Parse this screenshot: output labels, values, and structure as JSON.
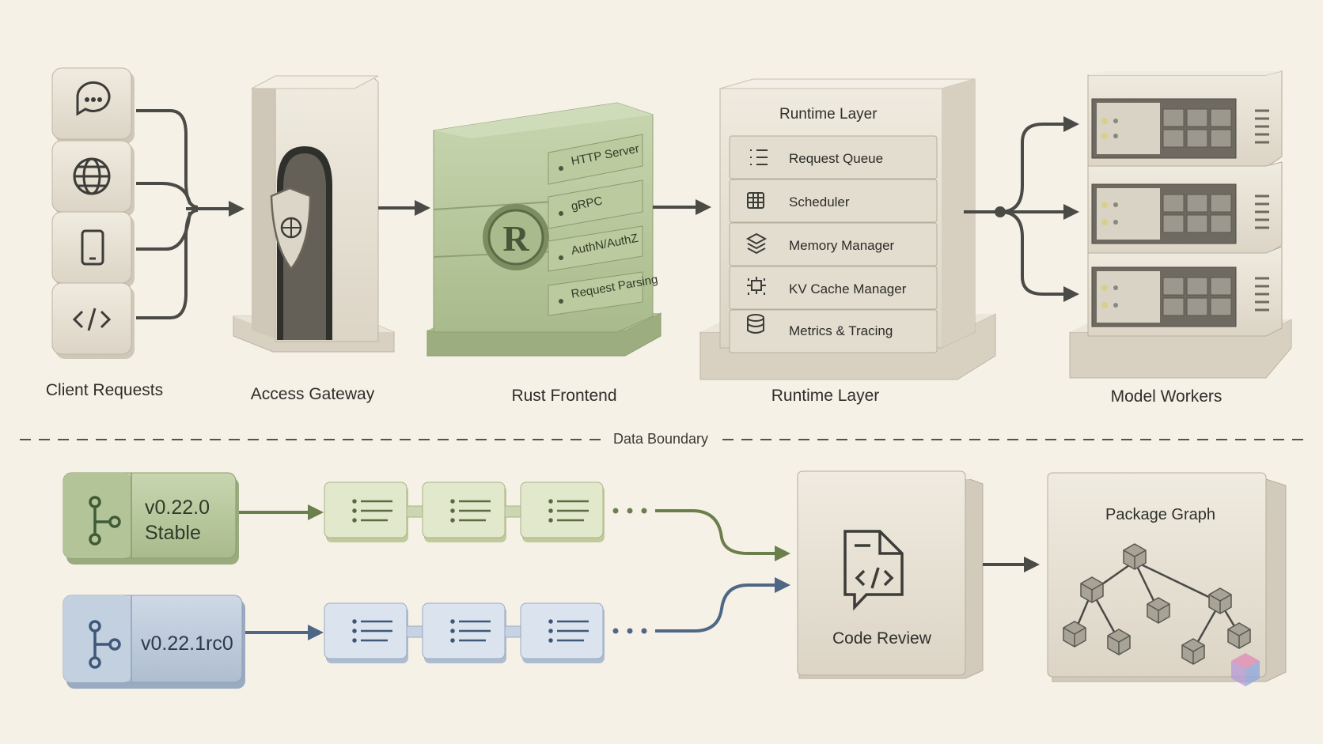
{
  "stages": {
    "client_requests": "Client Requests",
    "access_gateway": "Access Gateway",
    "rust_frontend": "Rust Frontend",
    "runtime_layer": "Runtime Layer",
    "model_workers": "Model Workers"
  },
  "frontend_modules": [
    "HTTP Server",
    "gRPC",
    "AuthN/AuthZ",
    "Request Parsing"
  ],
  "runtime": {
    "title": "Runtime Layer",
    "modules": [
      "Request Queue",
      "Scheduler",
      "Memory Manager",
      "KV Cache Manager",
      "Metrics & Tracing"
    ]
  },
  "boundary_label": "Data Boundary",
  "branches": {
    "stable_version": "v0.22.0",
    "stable_status": "Stable",
    "rc_version": "v0.22.1rc0"
  },
  "code_review": "Code Review",
  "package_graph": "Package Graph",
  "icons": {
    "client": [
      "chat-icon",
      "globe-icon",
      "mobile-icon",
      "code-icon"
    ],
    "gateway": "shield-icon",
    "frontend": "rust-logo-icon",
    "runtime": [
      "list-icon",
      "calendar-icon",
      "layers-icon",
      "circuit-icon",
      "database-icon"
    ],
    "branch": "git-branch-icon"
  },
  "colors": {
    "background": "#f6f1e6",
    "stone": "#e6e0d3",
    "green": "#b9c9a0",
    "blue": "#b9c8da",
    "arrow": "#4a4a47",
    "green_arrow": "#6b7f4c",
    "blue_arrow": "#4e6784"
  }
}
